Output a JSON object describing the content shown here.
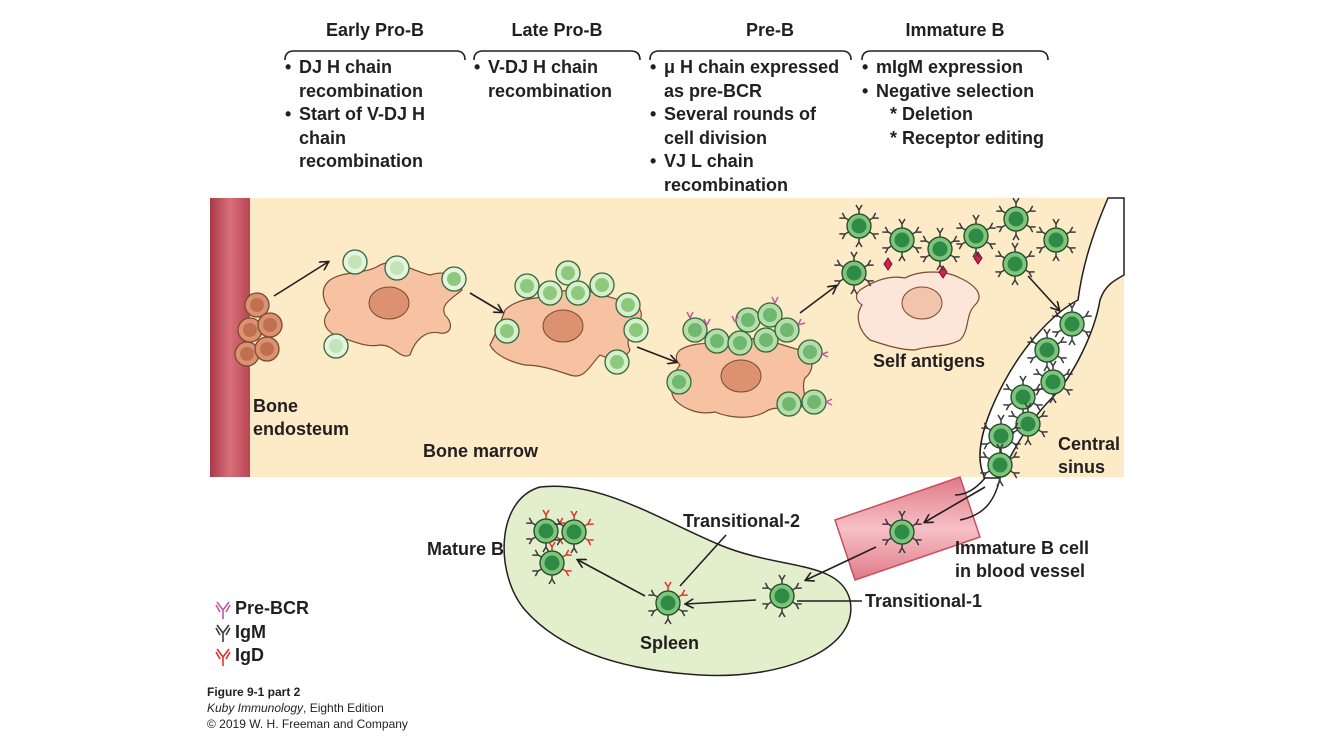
{
  "stages": [
    {
      "title": "Early Pro-B",
      "bullets": [
        "DJ H chain recombination",
        "Start of V-DJ H chain recombination"
      ]
    },
    {
      "title": "Late Pro-B",
      "bullets": [
        "V-DJ H chain recombination"
      ]
    },
    {
      "title": "Pre-B",
      "bullets": [
        "μ H chain expressed as pre-BCR",
        "Several rounds of cell division",
        "VJ L chain recombination"
      ]
    },
    {
      "title": "Immature B",
      "bullets": [
        "mIgM expression",
        "Negative selection"
      ],
      "sub_items": [
        "* Deletion",
        "* Receptor editing"
      ]
    }
  ],
  "labels": {
    "bone_endosteum": "Bone endosteum",
    "bone_marrow": "Bone marrow",
    "self_antigens": "Self antigens",
    "central_sinus": "Central sinus",
    "immature_b_vessel": "Immature B cell in blood vessel",
    "transitional_1": "Transitional-1",
    "transitional_2": "Transitional-2",
    "mature_b": "Mature B",
    "spleen": "Spleen"
  },
  "legend": [
    {
      "label": "Pre-BCR",
      "color": "#c05a9e"
    },
    {
      "label": "IgM",
      "color": "#3a3a3a"
    },
    {
      "label": "IgD",
      "color": "#e0342c"
    }
  ],
  "caption": {
    "figure": "Figure 9-1 part 2",
    "book": "Kuby Immunology",
    "edition": ", Eighth Edition",
    "copyright": "© 2019 W. H. Freeman and Company"
  },
  "colors": {
    "marrow_bg": "#fdebc8",
    "stromal_cell": "#f7c2a2",
    "stromal_nucleus": "#dc9270",
    "bone_edge": "#c8505c",
    "spleen": "#e3eecd",
    "vessel": "#f1a2ab",
    "cell_light": "#c2e4b8",
    "cell_mid": "#8dc97c",
    "cell_dark": "#2f8a46"
  }
}
